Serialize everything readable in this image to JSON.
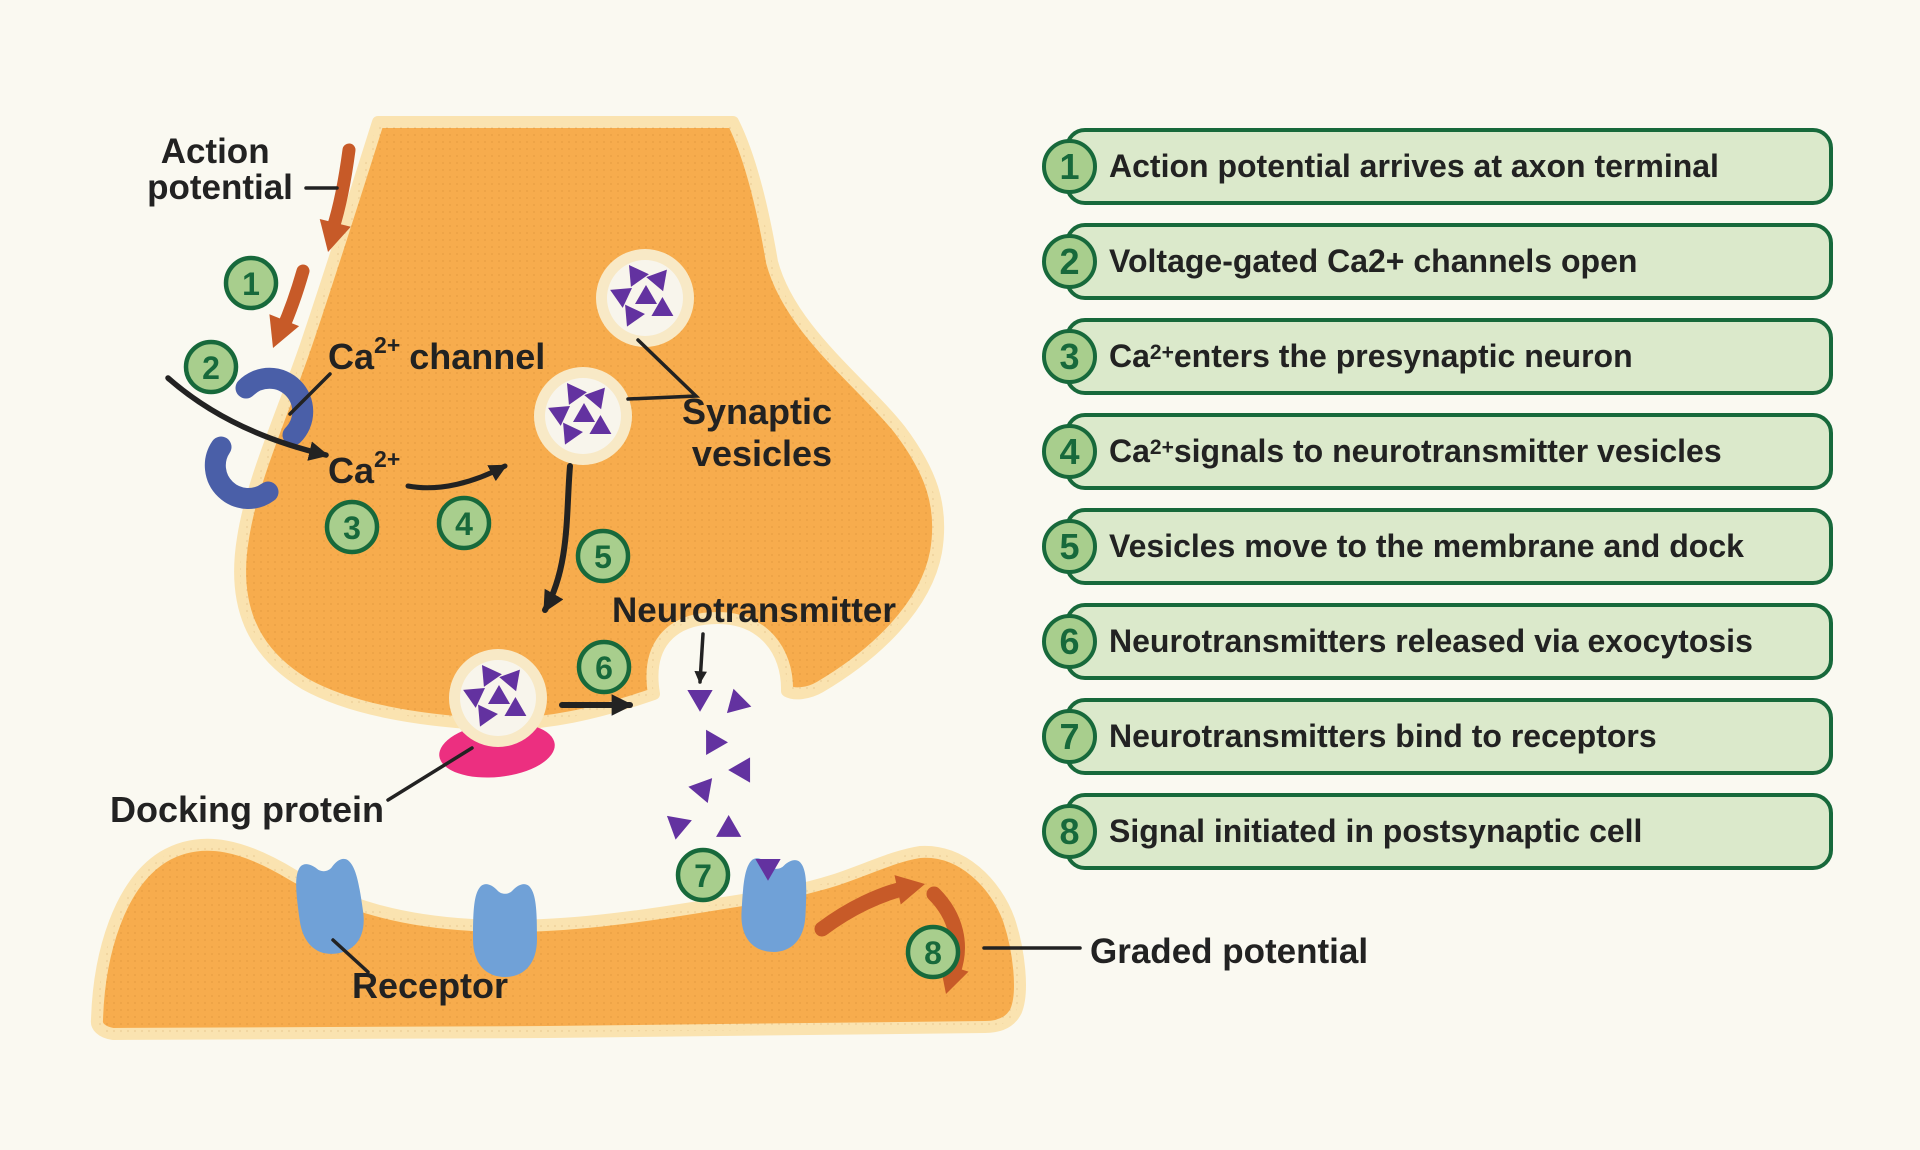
{
  "colors": {
    "background": "#FAF9F1",
    "cell-orange": "#F7AC4D",
    "membrane-cream": "#FAE3B0",
    "vesicle-ring": "#F8E9C6",
    "vesicle-inner": "#F8F5EC",
    "neurotransmitter-purple": "#6332A0",
    "channel-blue": "#4A5FA8",
    "receptor-blue": "#70A1D7",
    "docking-pink": "#EC2F80",
    "arrow-rust": "#C75A28",
    "step-circle-green": "#A8CE8D",
    "legend-box-green": "#DBE9CB",
    "dark-green": "#17693B",
    "ink": "#222222"
  },
  "diagram": {
    "labels": {
      "action_potential": {
        "line1": "Action",
        "line2": "potential"
      },
      "ca_channel": {
        "pre": "Ca",
        "sup": "2+",
        "post": "channel"
      },
      "ca_ion": {
        "pre": "Ca",
        "sup": "2+"
      },
      "synaptic_vesicles": {
        "line1": "Synaptic",
        "line2": "vesicles"
      },
      "neurotransmitter": "Neurotransmitter",
      "docking_protein": "Docking protein",
      "receptor": "Receptor",
      "graded_potential": "Graded potential"
    },
    "steps": [
      "1",
      "2",
      "3",
      "4",
      "5",
      "6",
      "7",
      "8"
    ]
  },
  "legend": {
    "items": [
      {
        "num": "1",
        "pre": "Action potential arrives at axon terminal",
        "sup": "",
        "post": ""
      },
      {
        "num": "2",
        "pre": "Voltage-gated Ca2+ channels open",
        "sup": "",
        "post": ""
      },
      {
        "num": "3",
        "pre": "Ca",
        "sup": "2+",
        "post": " enters the presynaptic neuron"
      },
      {
        "num": "4",
        "pre": "Ca",
        "sup": "2+",
        "post": " signals to neurotransmitter vesicles"
      },
      {
        "num": "5",
        "pre": "Vesicles move to the membrane and dock",
        "sup": "",
        "post": ""
      },
      {
        "num": "6",
        "pre": "Neurotransmitters released via exocytosis",
        "sup": "",
        "post": ""
      },
      {
        "num": "7",
        "pre": "Neurotransmitters bind to receptors",
        "sup": "",
        "post": ""
      },
      {
        "num": "8",
        "pre": "Signal initiated in postsynaptic cell",
        "sup": "",
        "post": ""
      }
    ]
  }
}
